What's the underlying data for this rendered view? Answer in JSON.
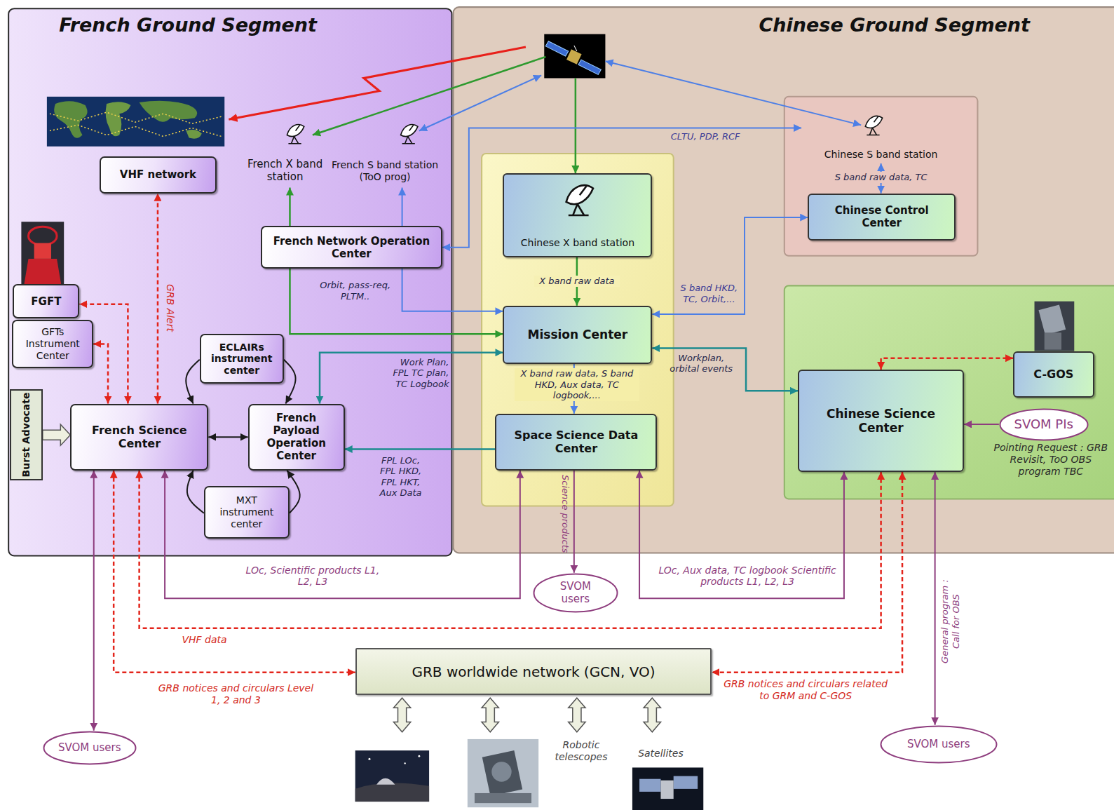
{
  "diagram": {
    "nodes": [
      {
        "text": [
          "French Ground Segment"
        ]
      },
      {
        "text": [
          "Chinese Ground Segment"
        ]
      },
      {
        "text": [
          "VHF network"
        ],
        "in": 0
      },
      {
        "text": [
          "French X band station"
        ],
        "in": 0
      },
      {
        "text": [
          "French S band station (ToO prog)"
        ],
        "in": 0
      },
      {
        "text": [
          "French Network Operation Center"
        ],
        "in": 0
      },
      {
        "text": [
          "FGFT"
        ],
        "in": 0
      },
      {
        "text": [
          "GFTs Instrument Center"
        ],
        "in": 0
      },
      {
        "text": [
          "ECLAIRs instrument center"
        ],
        "in": 0
      },
      {
        "text": [
          "Burst Advocate"
        ],
        "in": 0
      },
      {
        "text": [
          "French Science Center"
        ],
        "in": 0
      },
      {
        "text": [
          "French Payload Operation Center"
        ],
        "in": 0
      },
      {
        "text": [
          "MXT instrument center"
        ],
        "in": 0
      },
      {
        "text": [
          "Chinese X band station"
        ],
        "in": 1
      },
      {
        "text": [
          "Mission Center"
        ],
        "in": 1
      },
      {
        "text": [
          "Space Science Data Center"
        ],
        "in": 1
      },
      {
        "text": [
          "Chinese S band station"
        ],
        "in": 1
      },
      {
        "text": [
          "Chinese Control Center"
        ],
        "in": 1
      },
      {
        "text": [
          "Chinese Science Center"
        ],
        "in": 1
      },
      {
        "text": [
          "C-GOS"
        ],
        "in": 1
      },
      {
        "text": [
          "SVOM PIs"
        ],
        "in": 1
      },
      {
        "text": [
          "SVOM users"
        ]
      },
      {
        "text": [
          "GRB worldwide network (GCN, VO)"
        ]
      },
      {
        "text": [
          "SVOM users"
        ]
      },
      {
        "text": [
          "SVOM users"
        ]
      }
    ],
    "edges": [
      {
        "from": 5,
        "to": 3,
        "arrow": "to"
      },
      {
        "from": 5,
        "to": 4,
        "arrow": "to"
      },
      {
        "from": 5,
        "to": 16,
        "label": "CLTU, PDP, RCF",
        "arrow": "both"
      },
      {
        "from": 5,
        "to": 14,
        "arrow": "to"
      },
      {
        "from": 5,
        "to": 14,
        "label": "Orbit, pass-req, PLTM..",
        "arrow": "to"
      },
      {
        "from": 13,
        "to": 14,
        "label": "X band raw data",
        "arrow": "to"
      },
      {
        "from": 17,
        "to": 14,
        "label": "S band HKD, TC, Orbit,...",
        "arrow": "both"
      },
      {
        "from": 16,
        "to": 17,
        "label": "S band raw data, TC",
        "arrow": "both"
      },
      {
        "from": 14,
        "to": 15,
        "label": "X band raw data, S band HKD, Aux data, TC logbook,...",
        "arrow": "to"
      },
      {
        "from": 14,
        "to": 11,
        "label": "Work Plan, FPL TC plan, TC Logbook",
        "arrow": "both"
      },
      {
        "from": 14,
        "to": 18,
        "label": "Workplan, orbital events",
        "arrow": "both"
      },
      {
        "from": 15,
        "to": 11,
        "label": "FPL LOc, FPL HKD, FPL HKT, Aux Data",
        "arrow": "to"
      },
      {
        "from": 15,
        "to": 21,
        "label": "Science products",
        "arrow": "to"
      },
      {
        "from": 15,
        "to": 10,
        "label": "LOc, Scientific products L1, L2, L3",
        "arrow": "both"
      },
      {
        "from": 15,
        "to": 18,
        "label": "LOc, Aux data, TC logbook Scientific products L1, L2, L3",
        "arrow": "both"
      },
      {
        "from": 10,
        "to": 11,
        "arrow": "both"
      },
      {
        "from": 8,
        "to": 10,
        "arrow": "to"
      },
      {
        "from": 8,
        "to": 11,
        "arrow": "to"
      },
      {
        "from": 12,
        "to": 10,
        "arrow": "to"
      },
      {
        "from": 12,
        "to": 11,
        "arrow": "to"
      },
      {
        "from": 10,
        "to": 2,
        "label": "GRB Alert",
        "arrow": "both"
      },
      {
        "from": 10,
        "to": 6,
        "arrow": "both"
      },
      {
        "from": 10,
        "to": 7,
        "arrow": "both"
      },
      {
        "from": 9,
        "to": 10,
        "arrow": "to"
      },
      {
        "from": 10,
        "to": 23,
        "arrow": "both"
      },
      {
        "from": 10,
        "to": 22,
        "label": "GRB notices and circulars Level 1, 2 and 3",
        "arrow": "both"
      },
      {
        "from": 10,
        "to": 18,
        "label": "VHF data",
        "arrow": "both"
      },
      {
        "from": 18,
        "to": 22,
        "label": "GRB notices and circulars related to GRM and C-GOS",
        "arrow": "both"
      },
      {
        "from": 18,
        "to": 19,
        "arrow": "both"
      },
      {
        "from": 20,
        "to": 18,
        "arrow": "to"
      },
      {
        "from": 18,
        "to": 24,
        "label": "General program : Call for OBS",
        "arrow": "both"
      }
    ],
    "labels": [
      "Pointing Request : GRB Revisit, ToO OBS program TBC",
      "Robotic telescopes",
      "Satellites"
    ]
  }
}
